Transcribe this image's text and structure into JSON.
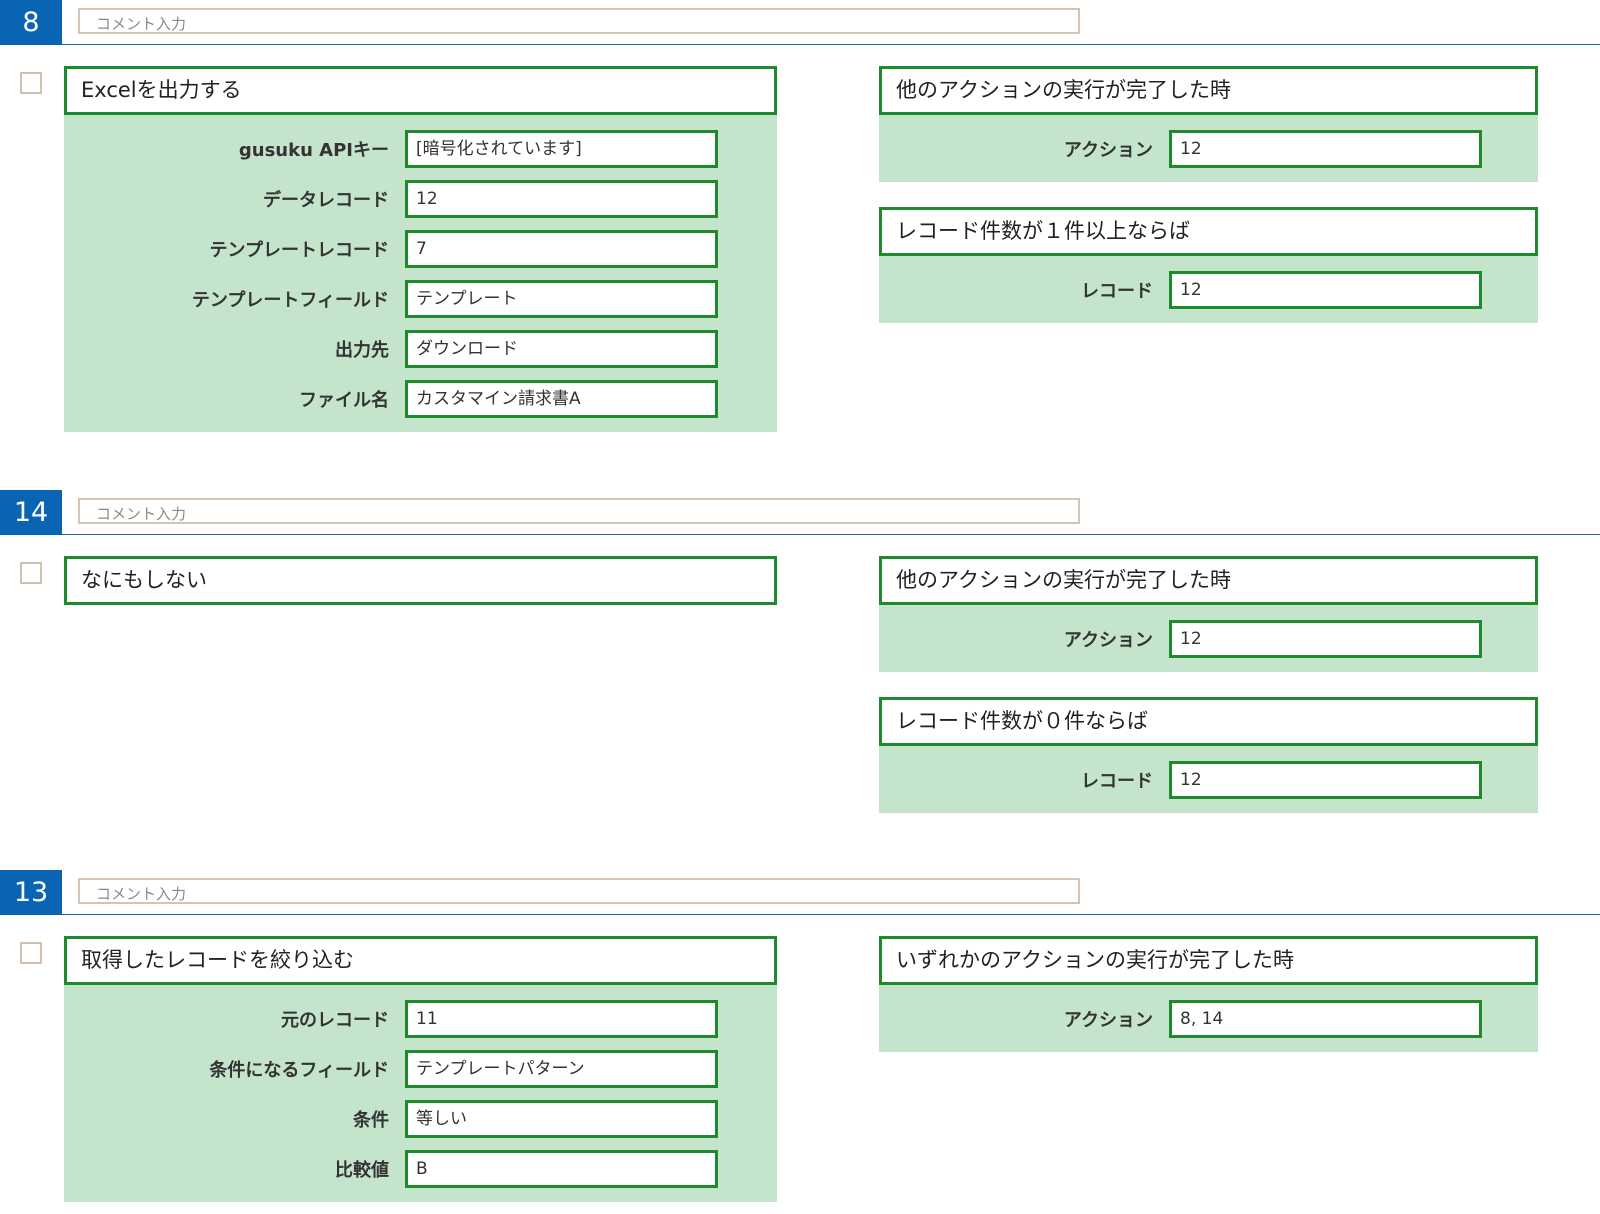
{
  "blocks": [
    {
      "number": "8",
      "comment_placeholder": "コメント入力",
      "action": {
        "title": "Excelを出力する",
        "fields": [
          {
            "label": "gusuku APIキー",
            "value": "[暗号化されています]"
          },
          {
            "label": "データレコード",
            "value": "12"
          },
          {
            "label": "テンプレートレコード",
            "value": "7"
          },
          {
            "label": "テンプレートフィールド",
            "value": "テンプレート"
          },
          {
            "label": "出力先",
            "value": "ダウンロード"
          },
          {
            "label": "ファイル名",
            "value": "カスタマイン請求書A"
          }
        ]
      },
      "conditions": [
        {
          "title": "他のアクションの実行が完了した時",
          "fields": [
            {
              "label": "アクション",
              "value": "12"
            }
          ]
        },
        {
          "title": "レコード件数が１件以上ならば",
          "fields": [
            {
              "label": "レコード",
              "value": "12"
            }
          ]
        }
      ]
    },
    {
      "number": "14",
      "comment_placeholder": "コメント入力",
      "action": {
        "title": "なにもしない",
        "fields": []
      },
      "conditions": [
        {
          "title": "他のアクションの実行が完了した時",
          "fields": [
            {
              "label": "アクション",
              "value": "12"
            }
          ]
        },
        {
          "title": "レコード件数が０件ならば",
          "fields": [
            {
              "label": "レコード",
              "value": "12"
            }
          ]
        }
      ]
    },
    {
      "number": "13",
      "comment_placeholder": "コメント入力",
      "action": {
        "title": "取得したレコードを絞り込む",
        "fields": [
          {
            "label": "元のレコード",
            "value": "11"
          },
          {
            "label": "条件になるフィールド",
            "value": "テンプレートパターン"
          },
          {
            "label": "条件",
            "value": "等しい"
          },
          {
            "label": "比較値",
            "value": "B"
          }
        ]
      },
      "conditions": [
        {
          "title": "いずれかのアクションの実行が完了した時",
          "fields": [
            {
              "label": "アクション",
              "value": "8, 14"
            }
          ]
        }
      ]
    }
  ],
  "colors": {
    "badge": "#0a64b4",
    "card_border": "#1e8a2e",
    "card_fill": "#c4e5cc",
    "comment_border": "#d6c3b3"
  }
}
